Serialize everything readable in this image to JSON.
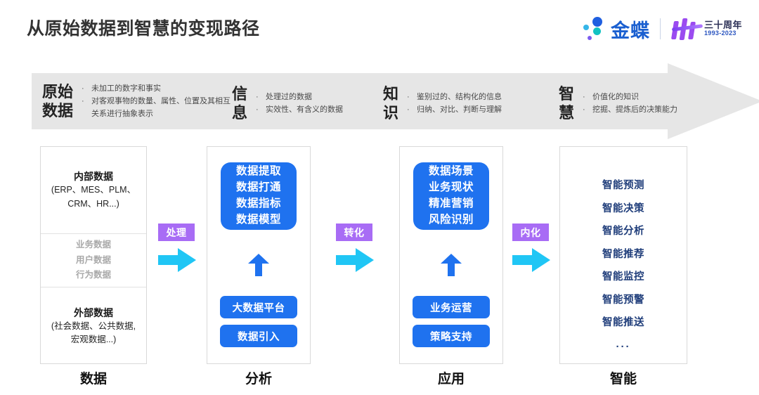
{
  "header": {
    "title": "从原始数据到智慧的变现路径",
    "brand": {
      "name": "金蝶",
      "anniversary_cn": "三十周年",
      "anniversary_years": "1993-2023"
    }
  },
  "banner": {
    "items": [
      {
        "term": "原始\n数据",
        "term_line1": "原始",
        "term_line2": "数据",
        "bullets": [
          "未加工的数字和事实",
          "对客观事物的数量、属性、位置及其相互关系进行抽象表示"
        ]
      },
      {
        "term_line1": "信",
        "term_line2": "息",
        "bullets": [
          "处理过的数据",
          "实效性、有含义的数据"
        ]
      },
      {
        "term_line1": "知",
        "term_line2": "识",
        "bullets": [
          "鉴别过的、结构化的信息",
          "归纳、对比、判断与理解"
        ]
      },
      {
        "term_line1": "智",
        "term_line2": "慧",
        "bullets": [
          "价值化的知识",
          "挖掘、提炼后的决策能力"
        ]
      }
    ]
  },
  "columns": [
    {
      "footer_label": "数据",
      "segments": {
        "top_title": "内部数据",
        "top_sub_line1": "(ERP、MES、PLM、",
        "top_sub_line2": "CRM、HR...)",
        "middle": [
          "业务数据",
          "用户数据",
          "行为数据"
        ],
        "bottom_title": "外部数据",
        "bottom_sub_line1": "(社会数据、公共数据,",
        "bottom_sub_line2": "宏观数据...)"
      }
    },
    {
      "footer_label": "分析",
      "big_box": [
        "数据提取",
        "数据打通",
        "数据指标",
        "数据模型"
      ],
      "pills": [
        "大数据平台",
        "数据引入"
      ]
    },
    {
      "footer_label": "应用",
      "big_box": [
        "数据场景",
        "业务现状",
        "精准营销",
        "风险识别"
      ],
      "pills": [
        "业务运营",
        "策略支持"
      ]
    },
    {
      "footer_label": "智能",
      "smart_items": [
        "智能预测",
        "智能决策",
        "智能分析",
        "智能推荐",
        "智能监控",
        "智能预警",
        "智能推送"
      ],
      "ellipsis": "···"
    }
  ],
  "connectors": [
    {
      "label": "处理"
    },
    {
      "label": "转化"
    },
    {
      "label": "内化"
    }
  ],
  "colors": {
    "banner_gray": "#e6e6e6",
    "blue": "#1f72ef",
    "navy": "#1f3d7a",
    "purple_badge": "#a86cf5",
    "cyan_arrow": "#20c6f5",
    "brand_blue": "#1a5fd0",
    "gray_text": "#a9a9a9"
  }
}
